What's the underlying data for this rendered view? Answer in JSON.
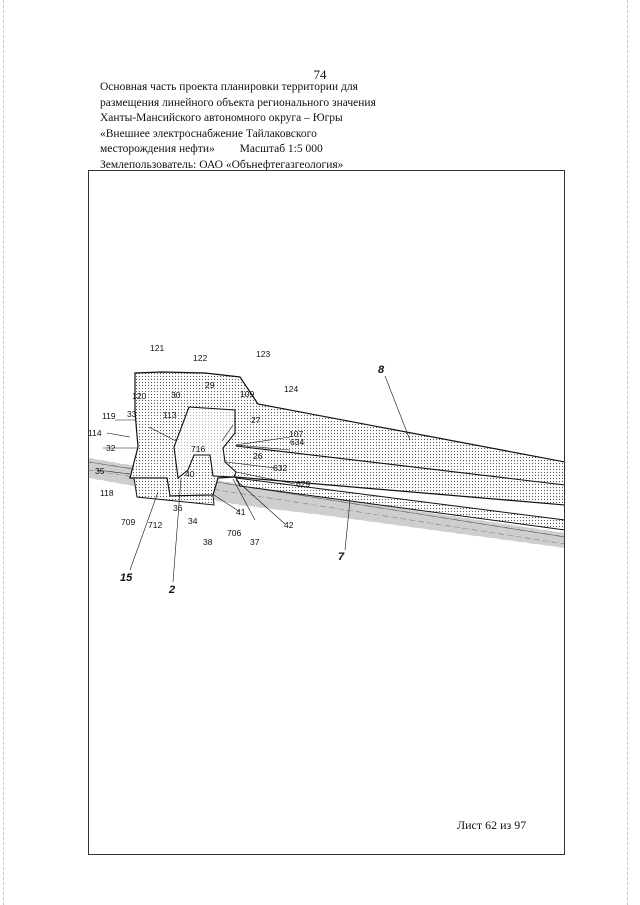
{
  "page_number": "74",
  "header_lines": [
    "Основная часть проекта планировки территории для",
    "размещения линейного объекта регионального значения",
    "Ханты-Мансийского автономного округа – Югры",
    "«Внешнее электроснабжение Тайлаковского",
    "месторождения нефти»",
    "Масштаб 1:5 000",
    "Землепользователь: ОАО «Обънефтегазгеология»"
  ],
  "map_labels": {
    "p121": "121",
    "p122": "122",
    "p123": "123",
    "p124": "124",
    "p120": "120",
    "p119": "119",
    "p114": "114",
    "p32": "32",
    "p35": "35",
    "p118": "118",
    "p33": "33",
    "p30": "30",
    "p29": "29",
    "p113": "113",
    "p109": "109",
    "p27": "27",
    "p107": "107",
    "p634": "634",
    "p716": "716",
    "p26": "26",
    "p632": "632",
    "p40": "40",
    "p629": "629",
    "p41": "41",
    "p42": "42",
    "p36": "36",
    "p34": "34",
    "p709": "709",
    "p712": "712",
    "p706": "706",
    "p38": "38",
    "p37": "37"
  },
  "map_big_labels": {
    "n8": "8",
    "n7": "7",
    "n15": "15",
    "n2": "2"
  },
  "sheet_label": "Лист 62 из 97"
}
